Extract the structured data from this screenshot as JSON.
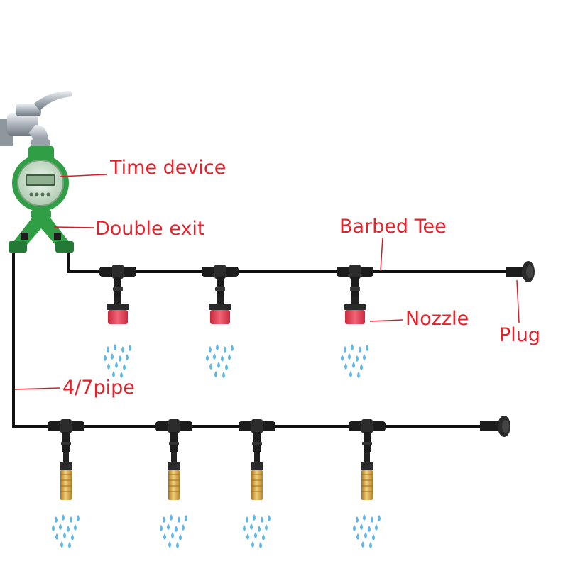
{
  "labels": {
    "time_device": "Time device",
    "double_exit": "Double exit",
    "barbed_tee": "Barbed Tee",
    "nozzle": "Nozzle",
    "plug": "Plug",
    "pipe": "4/7pipe"
  },
  "colors": {
    "label_text": "#e8202a",
    "leader_line": "#d61e27",
    "pipe": "#111111",
    "fitting": "#1c1c1c",
    "timer_green": "#2f9e44",
    "timer_face": "#cfe3cf",
    "faucet_chrome": "#b9bfc6",
    "red_nozzle": "#e8344a",
    "brass_nozzle": "#d9a441",
    "water_drop": "#5fb8e6"
  },
  "icons": {
    "faucet": "faucet-icon",
    "timer": "timer-icon",
    "splitter": "y-splitter-icon",
    "tee": "barbed-tee-icon",
    "red_nozzle": "red-nozzle-icon",
    "brass_nozzle": "brass-nozzle-icon",
    "end_plug": "end-plug-icon",
    "water_drops": "water-drops-icon"
  }
}
